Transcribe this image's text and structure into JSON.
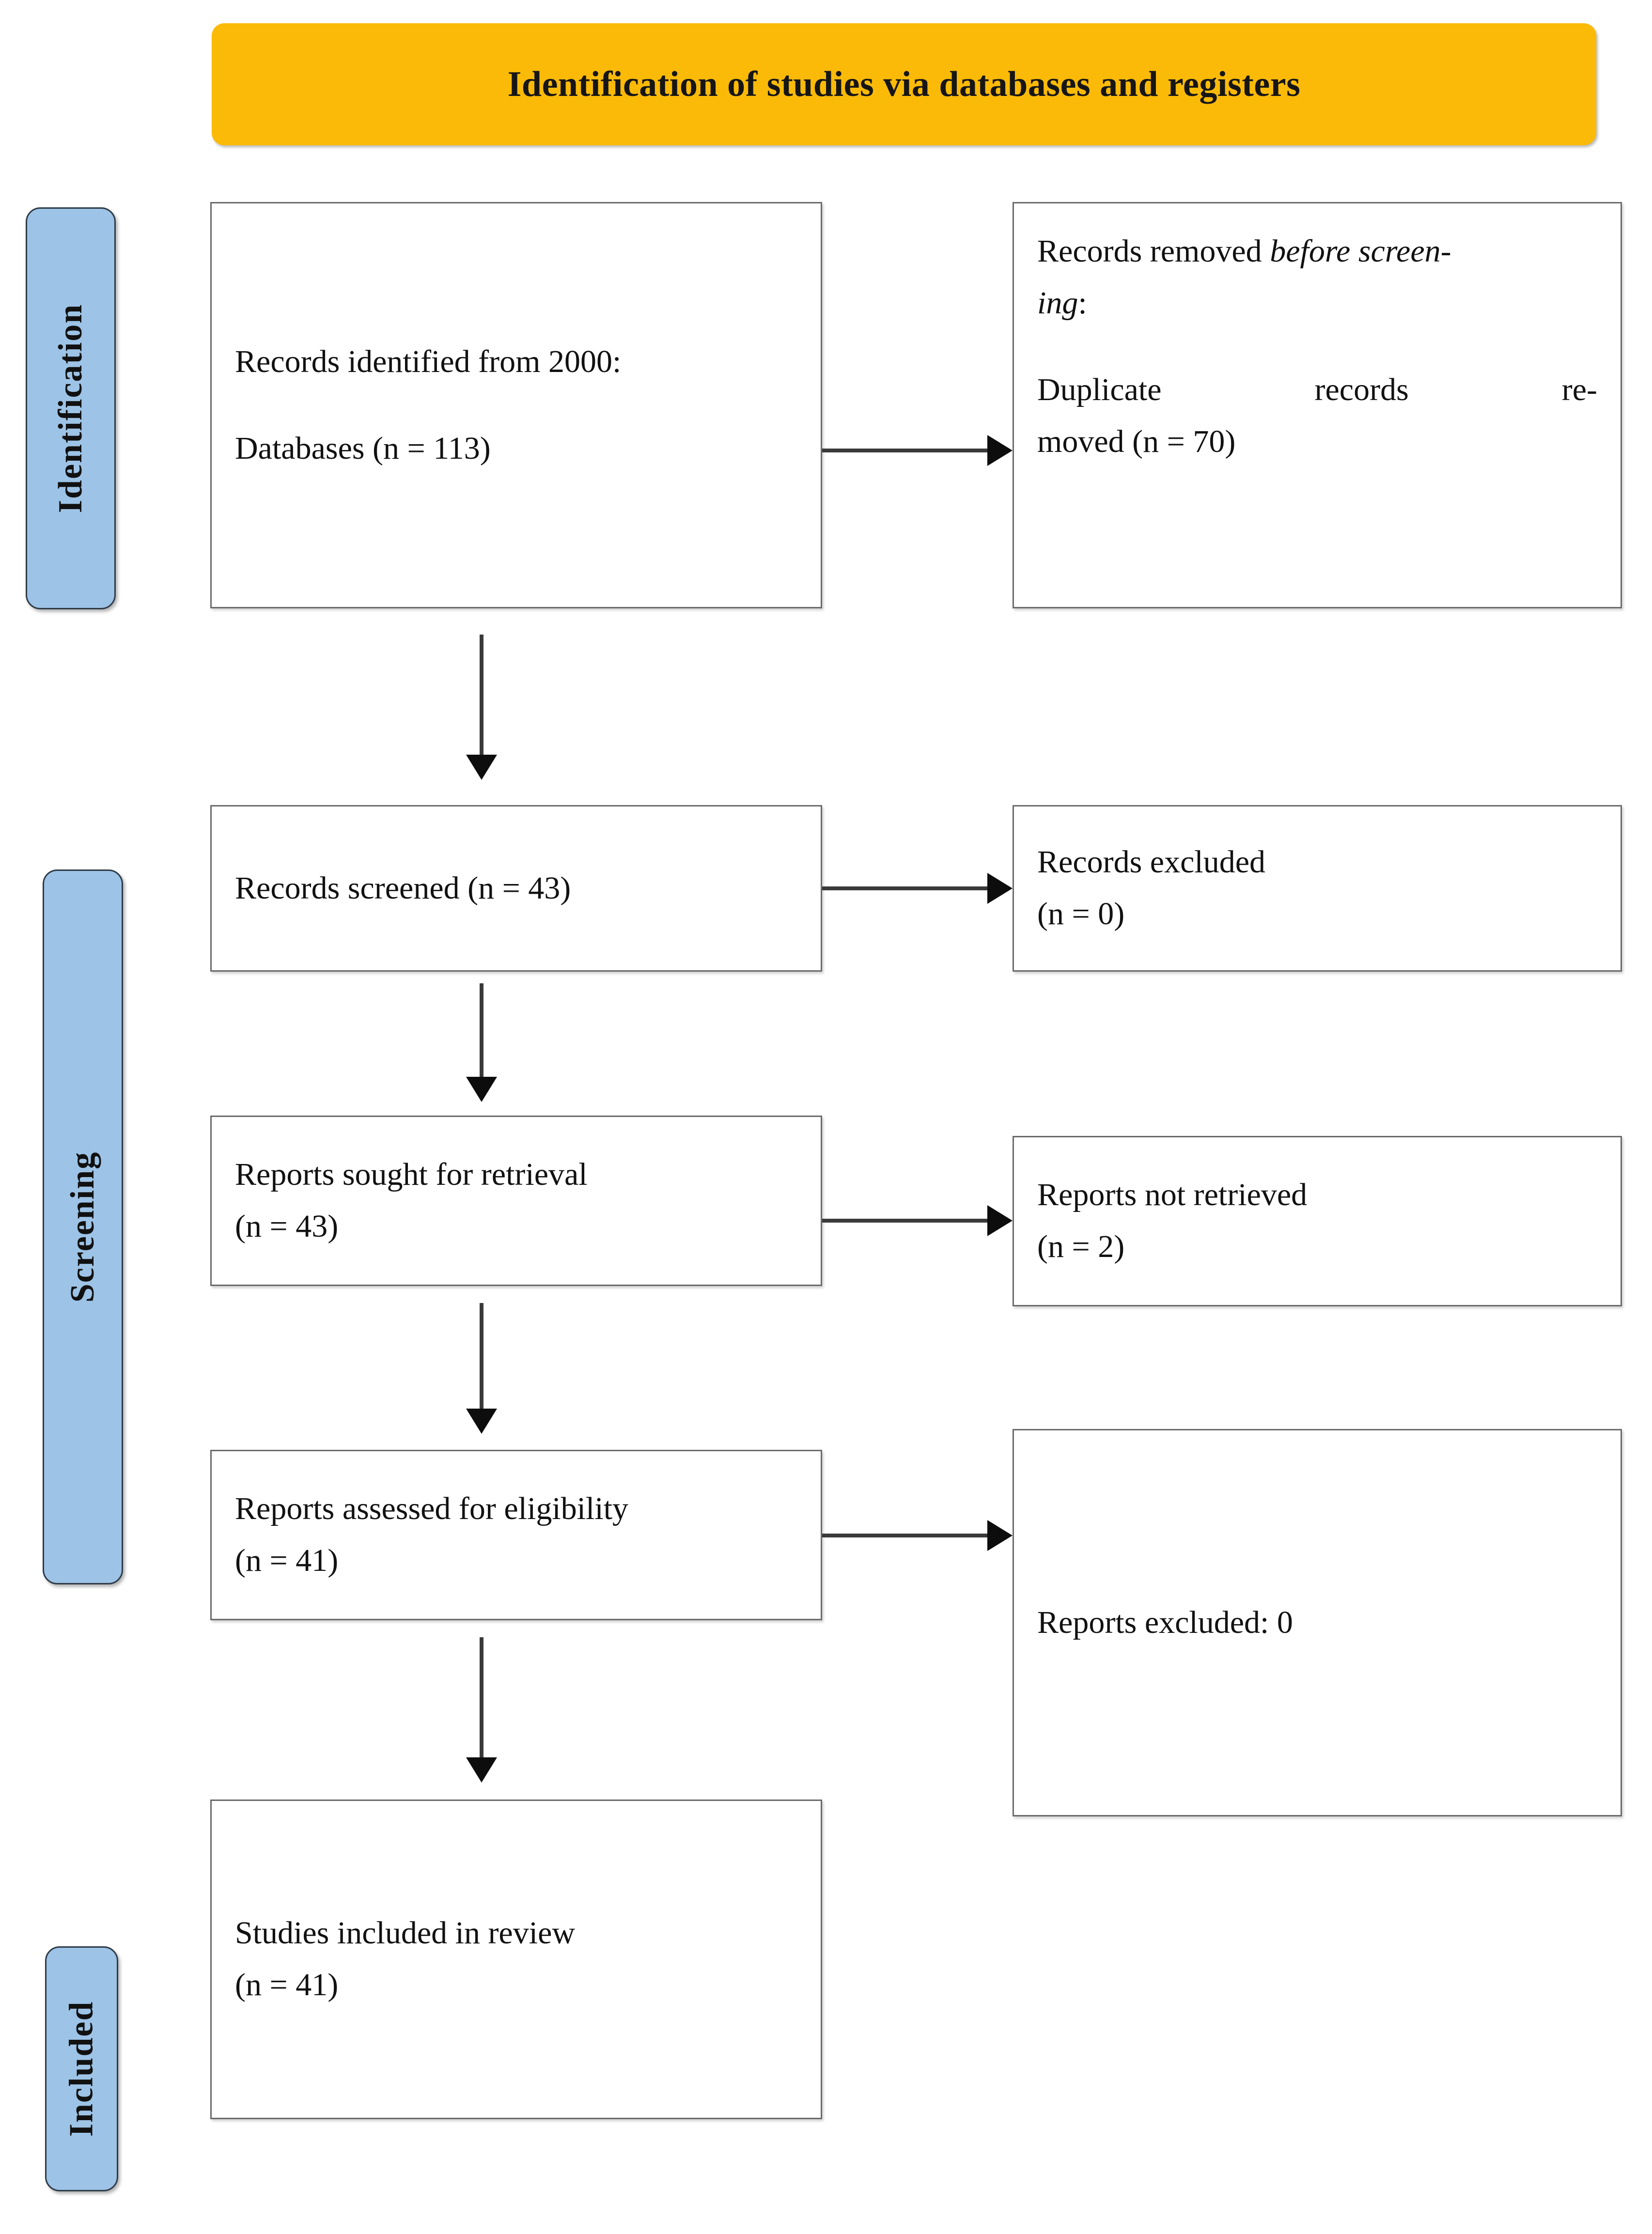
{
  "banner": {
    "title": "Identification of studies via databases and registers",
    "color": "#FBBA07"
  },
  "stages": {
    "color": "#9DC3E6",
    "identification": "Identification",
    "screening": "Screening",
    "included": "Included"
  },
  "boxes": {
    "identified": {
      "line1": "Records identified from 2000:",
      "line2": "Databases (n = 113)"
    },
    "removed": {
      "line1_a": "Records removed ",
      "line1_b": "before screen-",
      "line2_b": "ing",
      "line2_a": ":",
      "line3": "Duplicate records re-",
      "line4": "moved (n = 70)"
    },
    "screened": {
      "line1": "Records screened (n = 43)"
    },
    "records_excluded": {
      "line1": "Records excluded",
      "line2": "(n = 0)"
    },
    "sought": {
      "line1": "Reports sought for retrieval",
      "line2": "(n = 43)"
    },
    "not_retrieved": {
      "line1": "Reports not retrieved",
      "line2": "(n = 2)"
    },
    "eligibility": {
      "line1": "Reports assessed for eligibility",
      "line2": "(n = 41)"
    },
    "reports_excluded": {
      "line1": "Reports excluded: 0"
    },
    "included": {
      "line1": "Studies included in review",
      "line2": "(n = 41)"
    }
  },
  "chart_data": {
    "type": "diagram",
    "title": "Identification of studies via databases and registers",
    "nodes": [
      {
        "id": "identified",
        "stage": "Identification",
        "label": "Records identified from 2000: Databases (n = 113)",
        "n": 113
      },
      {
        "id": "removed",
        "stage": "Identification",
        "label": "Records removed before screening: Duplicate records removed (n = 70)",
        "n": 70
      },
      {
        "id": "screened",
        "stage": "Screening",
        "label": "Records screened (n = 43)",
        "n": 43
      },
      {
        "id": "records_excluded",
        "stage": "Screening",
        "label": "Records excluded (n = 0)",
        "n": 0
      },
      {
        "id": "sought",
        "stage": "Screening",
        "label": "Reports sought for retrieval (n = 43)",
        "n": 43
      },
      {
        "id": "not_retrieved",
        "stage": "Screening",
        "label": "Reports not retrieved (n = 2)",
        "n": 2
      },
      {
        "id": "eligibility",
        "stage": "Screening",
        "label": "Reports assessed for eligibility (n = 41)",
        "n": 41
      },
      {
        "id": "reports_excluded",
        "stage": "Screening",
        "label": "Reports excluded: 0",
        "n": 0
      },
      {
        "id": "included",
        "stage": "Included",
        "label": "Studies included in review (n = 41)",
        "n": 41
      }
    ],
    "edges": [
      {
        "from": "identified",
        "to": "removed",
        "direction": "right"
      },
      {
        "from": "identified",
        "to": "screened",
        "direction": "down"
      },
      {
        "from": "screened",
        "to": "records_excluded",
        "direction": "right"
      },
      {
        "from": "screened",
        "to": "sought",
        "direction": "down"
      },
      {
        "from": "sought",
        "to": "not_retrieved",
        "direction": "right"
      },
      {
        "from": "sought",
        "to": "eligibility",
        "direction": "down"
      },
      {
        "from": "eligibility",
        "to": "reports_excluded",
        "direction": "right"
      },
      {
        "from": "eligibility",
        "to": "included",
        "direction": "down"
      }
    ]
  }
}
